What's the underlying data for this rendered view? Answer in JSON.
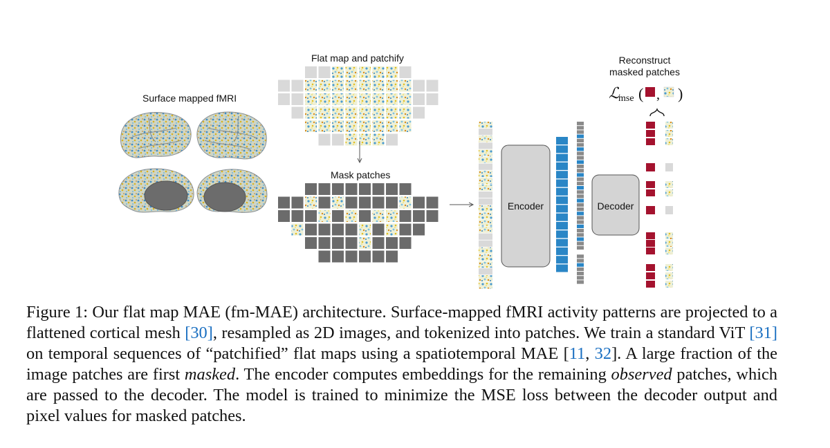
{
  "figure": {
    "labels": {
      "surface": "Surface mapped fMRI",
      "flatmap": "Flat map and patchify",
      "mask": "Mask patches",
      "reconstruct_line1": "Reconstruct",
      "reconstruct_line2": "masked patches",
      "encoder": "Encoder",
      "decoder": "Decoder",
      "loss_symbol": "ℒ",
      "loss_sub": "mse"
    },
    "colors": {
      "mask_gray": "#6b6b6b",
      "light_gray": "#d9d9d9",
      "embed_blue": "#2a86c6",
      "recon_red": "#a4122e",
      "block_fill": "#d4d4d4"
    }
  },
  "caption": {
    "figure_label": "Figure 1:",
    "s1": " Our flat map MAE (fm-MAE) architecture. Surface-mapped fMRI activity patterns are projected to a flattened cortical mesh ",
    "ref30": "[30]",
    "s2": ", resampled as 2D images, and tokenized into patches. We train a standard ViT ",
    "ref31": "[31]",
    "s3": " on temporal sequences of “patchified” flat maps using a spatiotemporal MAE [",
    "ref11": "11",
    "s4": ", ",
    "ref32": "32",
    "s5": "].  A large fraction of the image patches are first ",
    "masked": "masked",
    "s6": ". The encoder computes embeddings for the remaining ",
    "observed": "observed",
    "s7": " patches, which are passed to the decoder. The model is trained to minimize the MSE loss between the decoder output and pixel values for masked patches."
  }
}
